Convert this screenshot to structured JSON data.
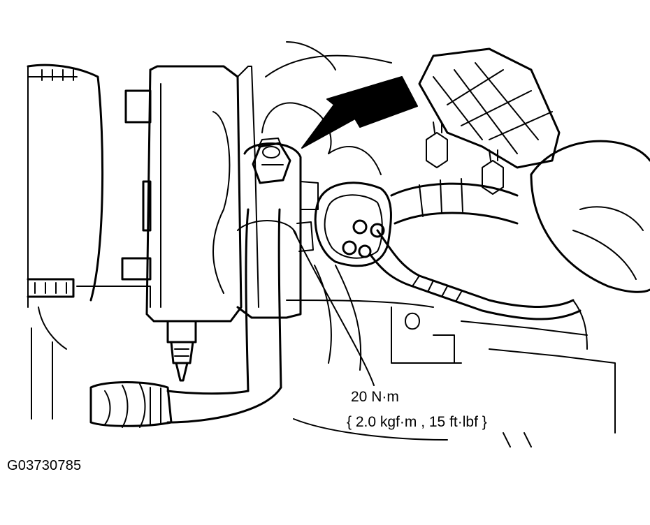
{
  "figure": {
    "code": "G03730785",
    "torque_nm": "20 N·m",
    "torque_alt": "{ 2.0 kgf·m , 15 ft·lbf }"
  },
  "icons": {
    "arrow": "indicator-arrow-icon",
    "bolt": "bolt-icon"
  },
  "colors": {
    "ink": "#000000",
    "paper": "#ffffff"
  }
}
